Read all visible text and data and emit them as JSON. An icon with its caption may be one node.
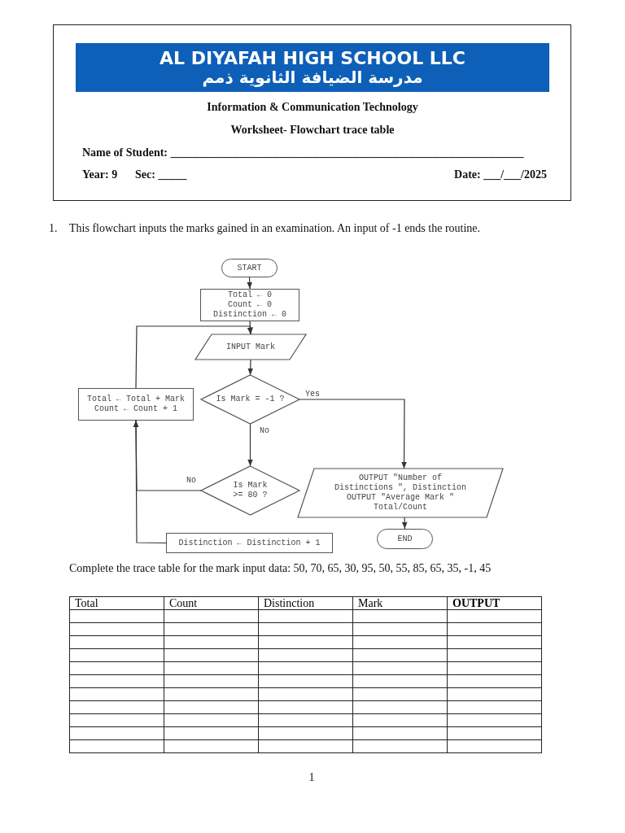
{
  "diagram": {
    "nodes": [
      {
        "text": [
          "START"
        ]
      },
      {
        "text": [
          "Total ← 0",
          "Count ← 0",
          "Distinction ← 0"
        ]
      },
      {
        "text": [
          "INPUT Mark"
        ]
      },
      {
        "text": [
          "Is Mark = -1 ?"
        ]
      },
      {
        "text": [
          "Total ← Total + Mark",
          "Count ← Count + 1"
        ]
      },
      {
        "text": [
          "Is Mark >= 80 ?"
        ]
      },
      {
        "text": [
          "Distinction ← Distinction + 1"
        ]
      },
      {
        "text": [
          "OUTPUT \"Number of Distinctions \", Distinction",
          "OUTPUT \"Average Mark \" Total/Count"
        ]
      },
      {
        "text": [
          "END"
        ]
      }
    ],
    "edges": [
      {
        "from": 0,
        "to": 1,
        "arrow": "to"
      },
      {
        "from": 1,
        "to": 2,
        "arrow": "to"
      },
      {
        "from": 2,
        "to": 3,
        "arrow": "to"
      },
      {
        "from": 3,
        "to": 7,
        "arrow": "to",
        "label": "Yes"
      },
      {
        "from": 3,
        "to": 5,
        "arrow": "to",
        "label": "No"
      },
      {
        "from": 5,
        "to": 4,
        "arrow": "to",
        "label": "No"
      },
      {
        "from": 6,
        "to": 4,
        "arrow": "to"
      },
      {
        "from": 4,
        "to": 2,
        "arrow": "to"
      },
      {
        "from": 7,
        "to": 8,
        "arrow": "to"
      }
    ],
    "labels": [
      "AL DIYAFAH HIGH SCHOOL LLC",
      "مدرسة الضيافة الثانوية ذمم",
      "Information & Communication Technology",
      "Worksheet- Flowchart trace table",
      "Name of Student: ______________________________________________________________",
      "Year: 9",
      "Sec: _____",
      "Date: ___/___/2025",
      "1.",
      "This flowchart inputs the marks gained in an examination. An input of -1 ends the routine.",
      "Complete the trace table for the mark input data: 50, 70, 65, 30, 95, 50, 55, 85, 65, 35, -1, 45",
      "Total",
      "Count",
      "Distinction",
      "Mark",
      "OUTPUT",
      "1"
    ]
  }
}
